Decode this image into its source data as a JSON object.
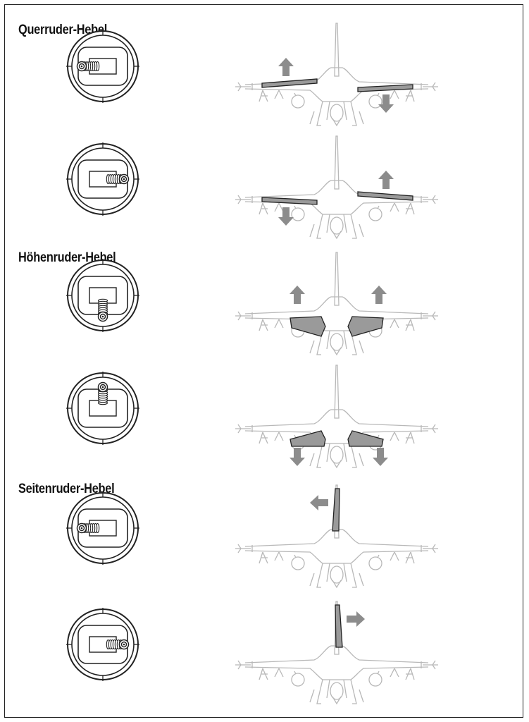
{
  "sections": [
    {
      "title": "Querruder-Hebel"
    },
    {
      "title": "Höhenruder-Hebel"
    },
    {
      "title": "Seitenruder-Hebel"
    }
  ],
  "panels": [
    {
      "section": "Querruder-Hebel",
      "stick_direction": "left",
      "surface": "aileron",
      "left_surface_arrow": "up",
      "right_surface_arrow": "down"
    },
    {
      "section": "Querruder-Hebel",
      "stick_direction": "right",
      "surface": "aileron",
      "left_surface_arrow": "down",
      "right_surface_arrow": "up"
    },
    {
      "section": "Höhenruder-Hebel",
      "stick_direction": "down",
      "surface": "elevator",
      "left_surface_arrow": "up",
      "right_surface_arrow": "up"
    },
    {
      "section": "Höhenruder-Hebel",
      "stick_direction": "up",
      "surface": "elevator",
      "left_surface_arrow": "down",
      "right_surface_arrow": "down"
    },
    {
      "section": "Seitenruder-Hebel",
      "stick_direction": "left",
      "surface": "rudder",
      "rudder_arrow": "left"
    },
    {
      "section": "Seitenruder-Hebel",
      "stick_direction": "right",
      "surface": "rudder",
      "rudder_arrow": "right"
    }
  ],
  "colors": {
    "outline": "#222222",
    "plane_line": "#b8b8b8",
    "surface_fill": "#9a9a9a",
    "arrow": "#8c8c8c",
    "frame": "#222222"
  },
  "icons": [
    "transmitter-stick-icon",
    "aircraft-silhouette-icon",
    "deflection-arrow-icon"
  ]
}
